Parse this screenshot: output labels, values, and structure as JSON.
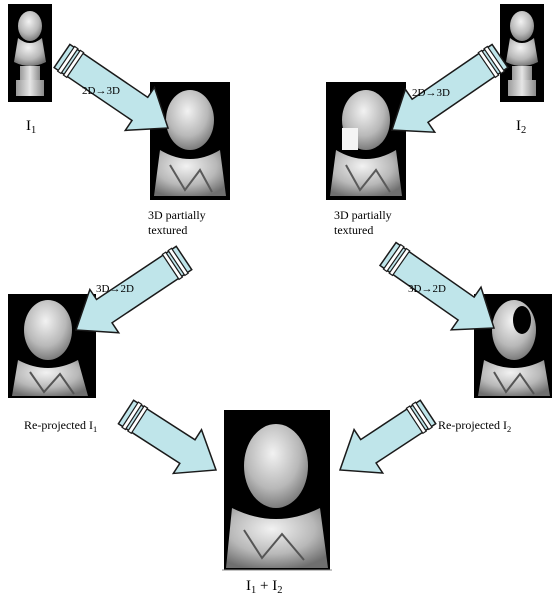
{
  "labels": {
    "i1": {
      "text": "I",
      "sub": "1"
    },
    "i2": {
      "text": "I",
      "sub": "2"
    },
    "arrow_2d3d_left": "2D→3D",
    "arrow_2d3d_right": "2D→3D",
    "partial_left": [
      "3D partially",
      "textured"
    ],
    "partial_right": [
      "3D partially",
      "textured"
    ],
    "arrow_3d2d_left": "3D→2D",
    "arrow_3d2d_right": "3D→2D",
    "reproj_left": {
      "text": "Re-projected I",
      "sub": "1"
    },
    "reproj_right": {
      "text": "Re-projected I",
      "sub": "2"
    },
    "combined": {
      "text": "I",
      "sub1": "1",
      "plus": " + I",
      "sub2": "2"
    }
  },
  "colors": {
    "arrow_fill": "#bfe5ea",
    "arrow_stroke": "#1a1a1a",
    "photo_bg": "#000000",
    "bust": "#c8c8c8"
  }
}
